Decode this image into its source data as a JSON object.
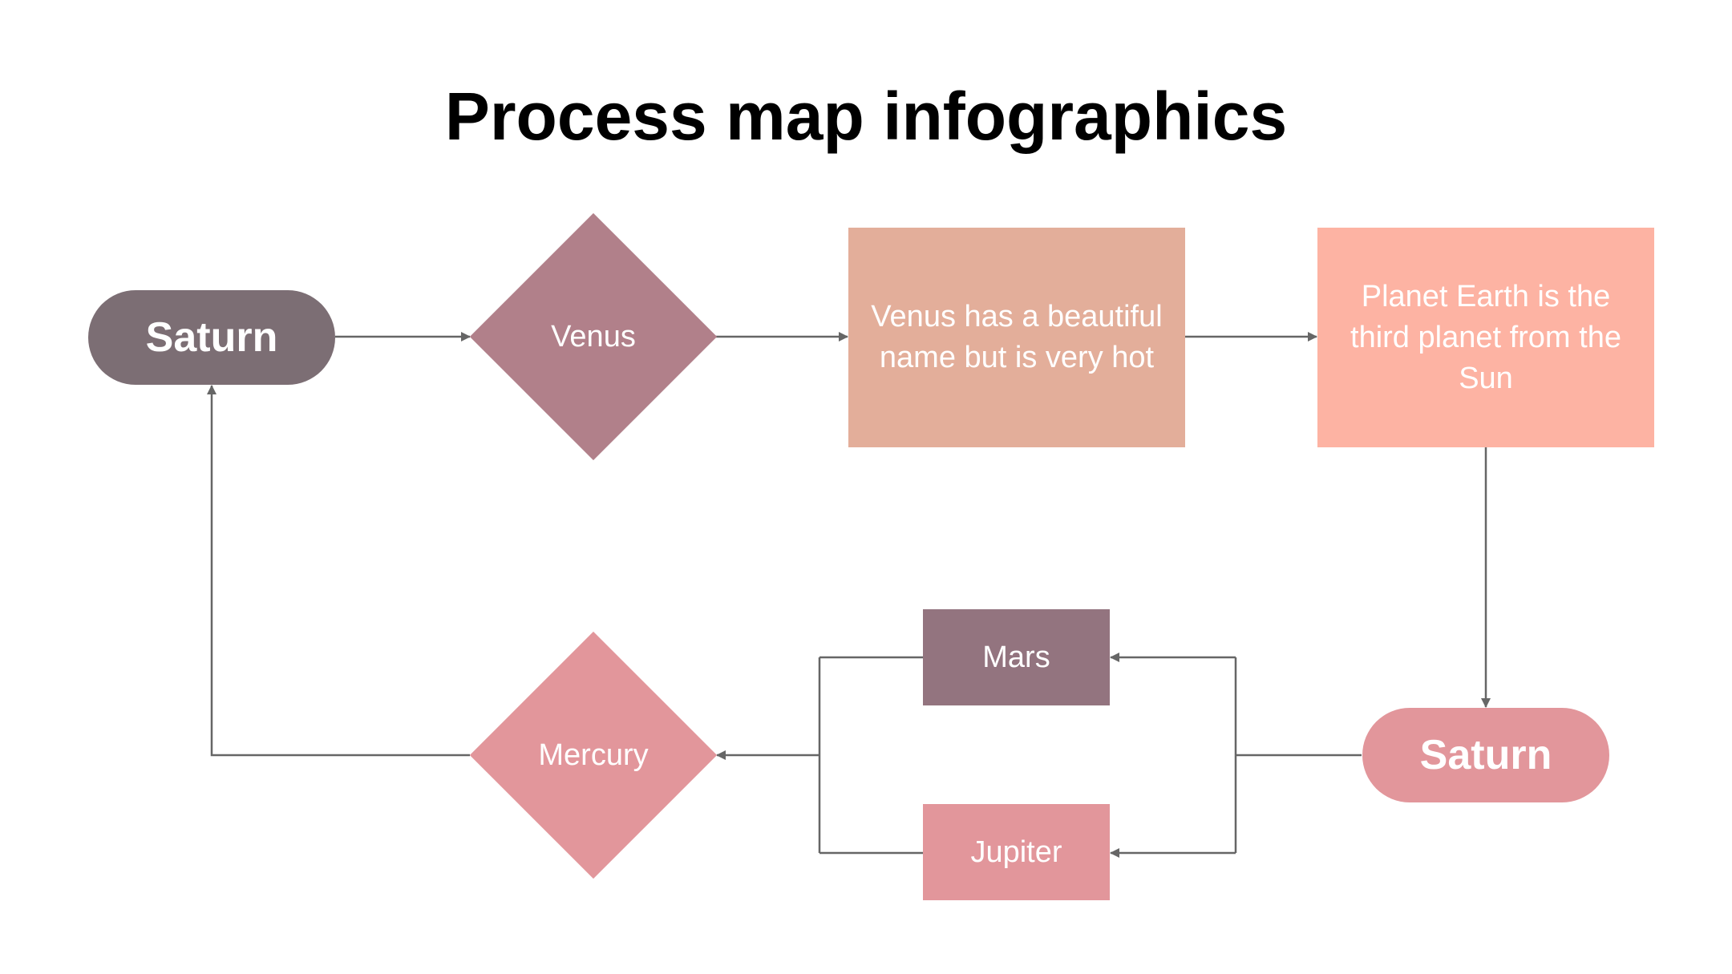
{
  "title": "Process map infographics",
  "colors": {
    "saturn_top": "#7c6e74",
    "venus_diamond": "#b1808a",
    "venus_rect": "#e3ae9a",
    "earth_rect": "#fdb3a3",
    "saturn_bottom": "#e2969b",
    "mars": "#93747f",
    "jupiter": "#e2969b",
    "mercury": "#e2969b",
    "connector": "#666666"
  },
  "nodes": {
    "saturn_top": "Saturn",
    "venus_diamond": "Venus",
    "venus_rect": "Venus has a beautiful name but is very hot",
    "earth_rect": "Planet Earth is the third planet from the Sun",
    "saturn_bottom": "Saturn",
    "mars": "Mars",
    "jupiter": "Jupiter",
    "mercury": "Mercury"
  }
}
